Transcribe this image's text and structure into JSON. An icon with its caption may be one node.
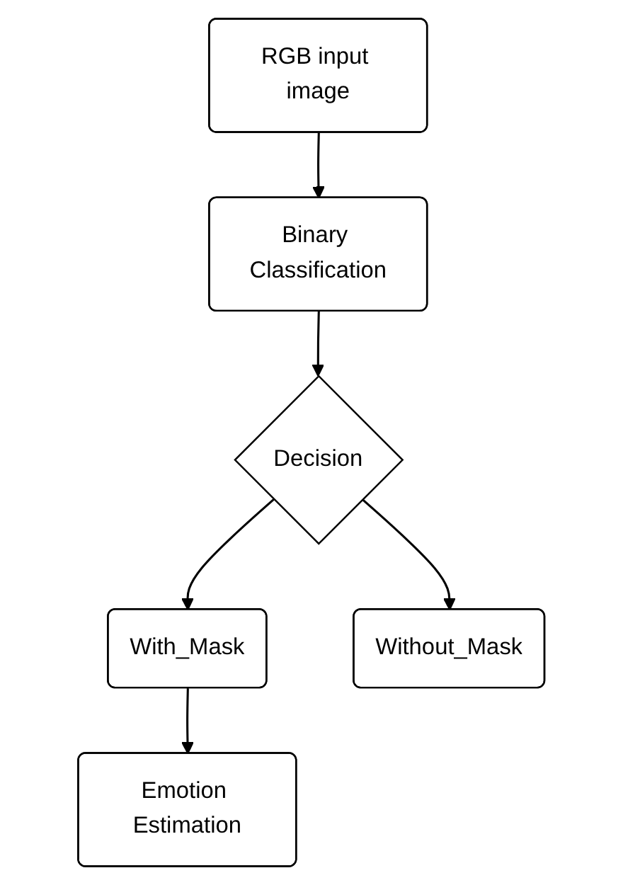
{
  "diagram": {
    "nodes": [
      {
        "text": [
          "RGB input image"
        ]
      },
      {
        "text": [
          "Binary Classification"
        ]
      },
      {
        "text": [
          "Decision"
        ]
      },
      {
        "text": [
          "With_Mask"
        ]
      },
      {
        "text": [
          "Without_Mask"
        ]
      },
      {
        "text": [
          "Emotion Estimation"
        ]
      }
    ],
    "edges": [
      {
        "from": 0,
        "to": 1,
        "arrow": "to"
      },
      {
        "from": 1,
        "to": 2,
        "arrow": "to"
      },
      {
        "from": 2,
        "to": 3,
        "arrow": "to"
      },
      {
        "from": 2,
        "to": 4,
        "arrow": "to"
      },
      {
        "from": 3,
        "to": 5,
        "arrow": "to"
      }
    ]
  }
}
